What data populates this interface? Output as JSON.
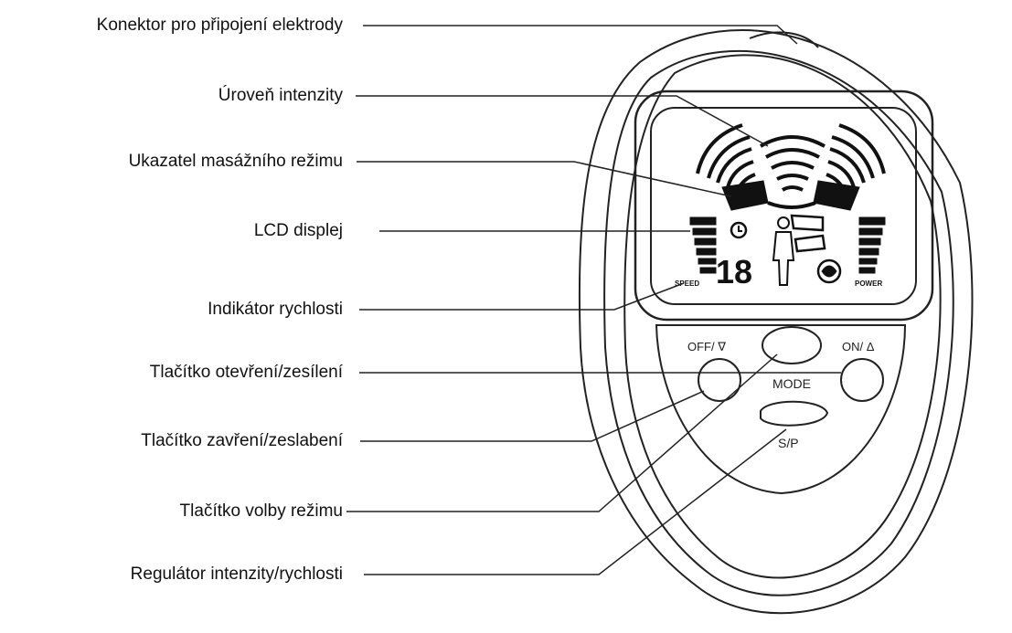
{
  "callouts": [
    {
      "id": "electrode-connector",
      "label": "Konektor pro připojení elektrody"
    },
    {
      "id": "intensity-level",
      "label": "Úroveň intenzity"
    },
    {
      "id": "massage-mode-indicator",
      "label": "Ukazatel masážního režimu"
    },
    {
      "id": "lcd-display",
      "label": "LCD displej"
    },
    {
      "id": "speed-indicator",
      "label": "Indikátor rychlosti"
    },
    {
      "id": "on-up-button",
      "label": "Tlačítko otevření/zesílení"
    },
    {
      "id": "off-down-button",
      "label": "Tlačítko zavření/zeslabení"
    },
    {
      "id": "mode-button",
      "label": "Tlačítko volby režimu"
    },
    {
      "id": "intensity-speed-regulator",
      "label": "Regulátor intenzity/rychlosti"
    }
  ],
  "device": {
    "off_label": "OFF/ ∇",
    "on_label": "ON/ Δ",
    "mode_label": "MODE",
    "sp_label": "S/P",
    "display_digits": "18",
    "speed_label": "SPEED",
    "power_label": "POWER"
  }
}
